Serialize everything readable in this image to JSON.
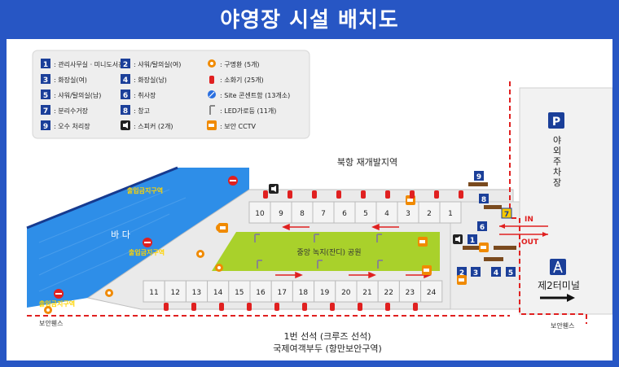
{
  "title": "야영장 시설 배치도",
  "legend": [
    {
      "num": "1",
      "label": ": 관리사무실 · 미니도서관"
    },
    {
      "num": "2",
      "label": ": 샤워/탈의실(여)"
    },
    {
      "num": "3",
      "label": ": 화장실(여)"
    },
    {
      "num": "4",
      "label": ": 화장실(남)"
    },
    {
      "num": "5",
      "label": ": 샤워/탈의실(남)"
    },
    {
      "num": "6",
      "label": ": 취사장"
    },
    {
      "num": "7",
      "label": ": 분리수거장"
    },
    {
      "num": "8",
      "label": ": 창고"
    },
    {
      "num": "9",
      "label": ": 오수 처리장"
    },
    {
      "icon": "speaker-icon",
      "label": ": 스피커 (2개)"
    },
    {
      "icon": "lifebuoy-icon",
      "label": ": 구명환 (5개)"
    },
    {
      "icon": "fire-extinguisher-icon",
      "label": ": 소화기 (25개)"
    },
    {
      "icon": "outlet-icon",
      "label": ": Site 콘센트함 (13개소)"
    },
    {
      "icon": "led-lamp-icon",
      "label": ": LED가로등 (11개)"
    },
    {
      "icon": "cctv-icon",
      "label": ": 보안 CCTV"
    }
  ],
  "map": {
    "north_label": "북항 재개발지역",
    "sea_label": "바 다",
    "no_entry_label": "출입금지구역",
    "park_label": "중앙 녹지(잔디) 공원",
    "parking_label": "야외주차장",
    "terminal_label": "제2터미널",
    "in_label": "IN",
    "out_label": "OUT",
    "fence_left": "보안휀스",
    "fence_right": "보안휀스",
    "berth_label": "1번 선석 (크루즈 선석)",
    "terminal_pier_label": "국제여객부두 (항만보안구역)",
    "top_sites": [
      "10",
      "9",
      "8",
      "7",
      "6",
      "5",
      "4",
      "3",
      "2",
      "1"
    ],
    "bottom_sites": [
      "11",
      "12",
      "13",
      "14",
      "15",
      "16",
      "17",
      "18",
      "19",
      "20",
      "21",
      "22",
      "23",
      "24"
    ],
    "facilities": [
      "1",
      "2",
      "3",
      "4",
      "5",
      "6",
      "7",
      "8",
      "9"
    ]
  },
  "colors": {
    "frame": "#2756c4",
    "sea": "#2e8ee8",
    "park": "#a9d12b",
    "number_badge": "#1b3f99",
    "no_entry": "#e02020",
    "bin_badge": "#f6c800"
  }
}
